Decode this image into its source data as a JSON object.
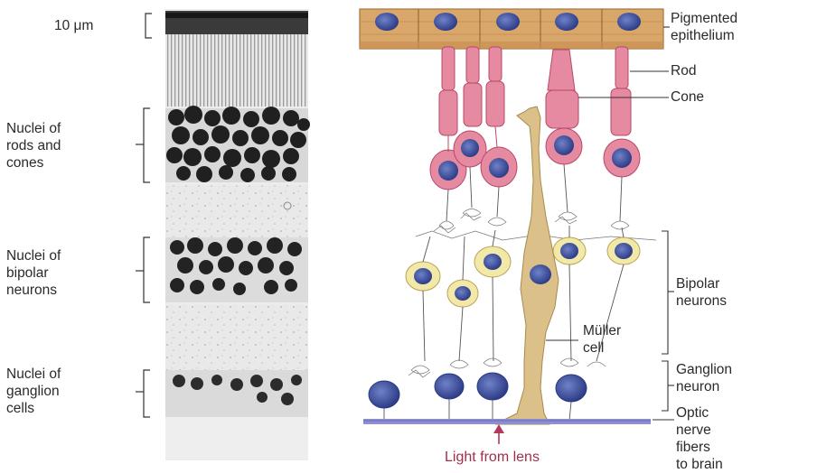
{
  "left_labels": {
    "scale": "10 μm",
    "rods_cones": "Nuclei of\nrods and\ncones",
    "bipolar": "Nuclei of\nbipolar\nneurons",
    "ganglion": "Nuclei of\nganglion\ncells"
  },
  "right_labels": {
    "pigmented": "Pigmented\nepithelium",
    "rod": "Rod",
    "cone": "Cone",
    "bipolar": "Bipolar\nneurons",
    "muller": "Müller\ncell",
    "ganglion": "Ganglion\nneuron",
    "optic": "Optic\nnerve\nfibers\nto brain"
  },
  "bottom_label": "Light from lens",
  "colors": {
    "nucleus": "#3d4f9e",
    "rod_body": "#e58aa0",
    "epithelium": "#d9a76a",
    "muller": "#dcc08a",
    "bipolar_ring": "#f0e6a0",
    "arrow": "#b03a5a",
    "histology_dark": "#1e1e1e"
  }
}
